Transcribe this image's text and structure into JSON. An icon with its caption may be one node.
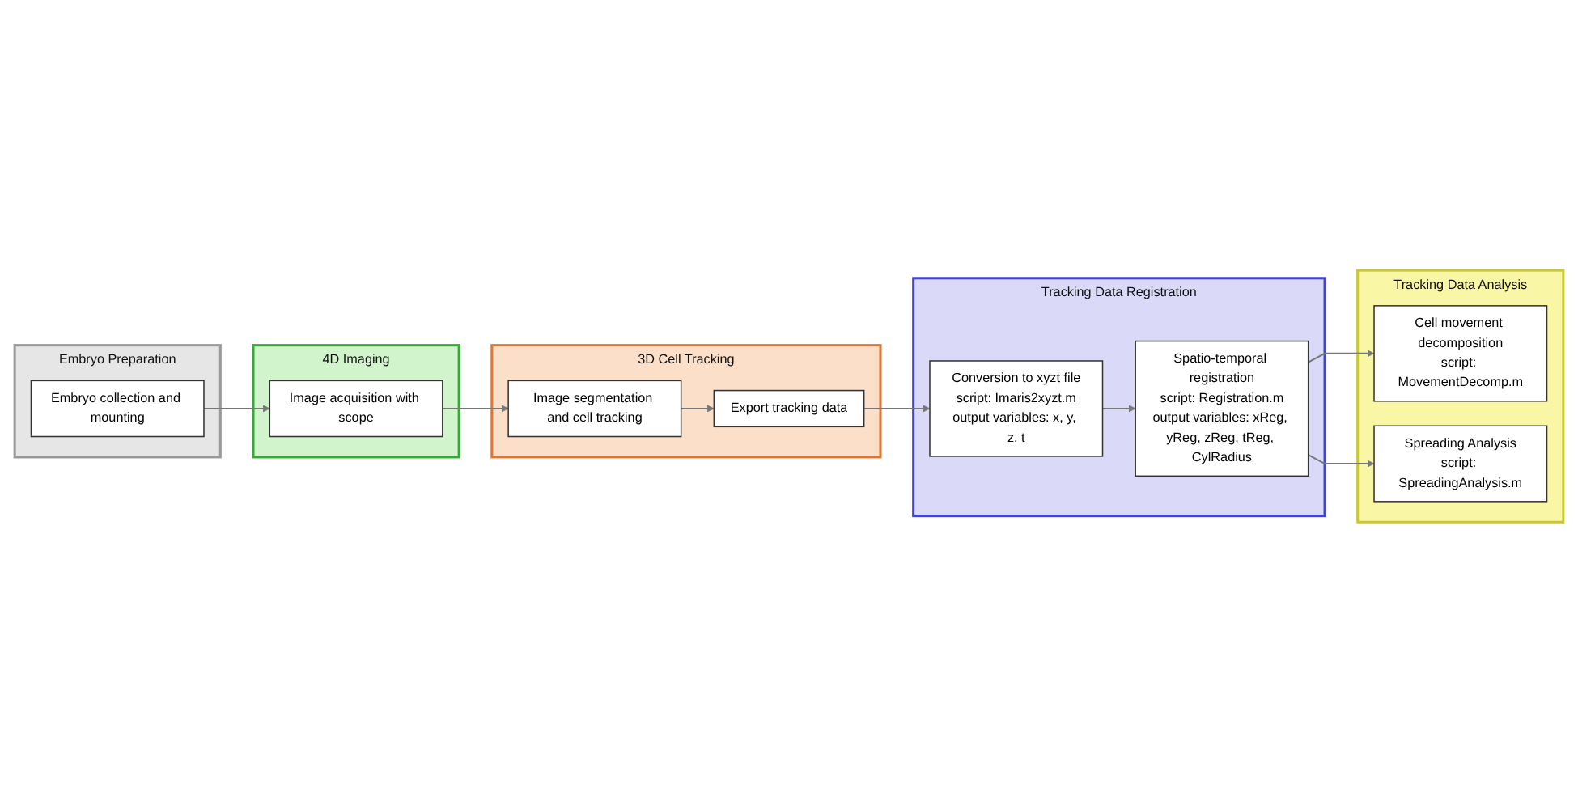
{
  "diagram": {
    "nodes": [
      {
        "text": [
          "Embryo Preparation"
        ]
      },
      {
        "text": [
          "Embryo collection and mounting"
        ],
        "in": 0
      },
      {
        "text": [
          "4D Imaging"
        ]
      },
      {
        "text": [
          "Image acquisition with scope"
        ],
        "in": 2
      },
      {
        "text": [
          "3D Cell Tracking"
        ]
      },
      {
        "text": [
          "Image segmentation and cell tracking"
        ],
        "in": 4
      },
      {
        "text": [
          "Export tracking data"
        ],
        "in": 4
      },
      {
        "text": [
          "Tracking Data Analysis"
        ]
      },
      {
        "text": [
          "Cell movement decomposition",
          "script: MovementDecomp.m"
        ],
        "in": 7
      },
      {
        "text": [
          "Spreading Analysis",
          "script: SpreadingAnalysis.m"
        ],
        "in": 7
      },
      {
        "text": [
          "Tracking Data Registration"
        ]
      },
      {
        "text": [
          "Spatio-temporal registration",
          "script: Registration.m",
          "output variables: xReg, yReg, zReg, tReg, CylRadius"
        ],
        "in": 10
      },
      {
        "text": [
          "Conversion to xyzt file",
          "script: Imaris2xyzt.m",
          "output variables: x, y, z, t"
        ],
        "in": 10
      }
    ],
    "edges": [
      {
        "from": 1,
        "to": 3,
        "arrow": "to"
      },
      {
        "from": 3,
        "to": 5,
        "arrow": "to"
      },
      {
        "from": 5,
        "to": 6,
        "arrow": "to"
      },
      {
        "from": 6,
        "to": 12,
        "arrow": "to"
      },
      {
        "from": 12,
        "to": 11,
        "arrow": "to"
      },
      {
        "from": 11,
        "to": 8,
        "arrow": "to"
      },
      {
        "from": 11,
        "to": 9,
        "arrow": "to"
      }
    ]
  }
}
